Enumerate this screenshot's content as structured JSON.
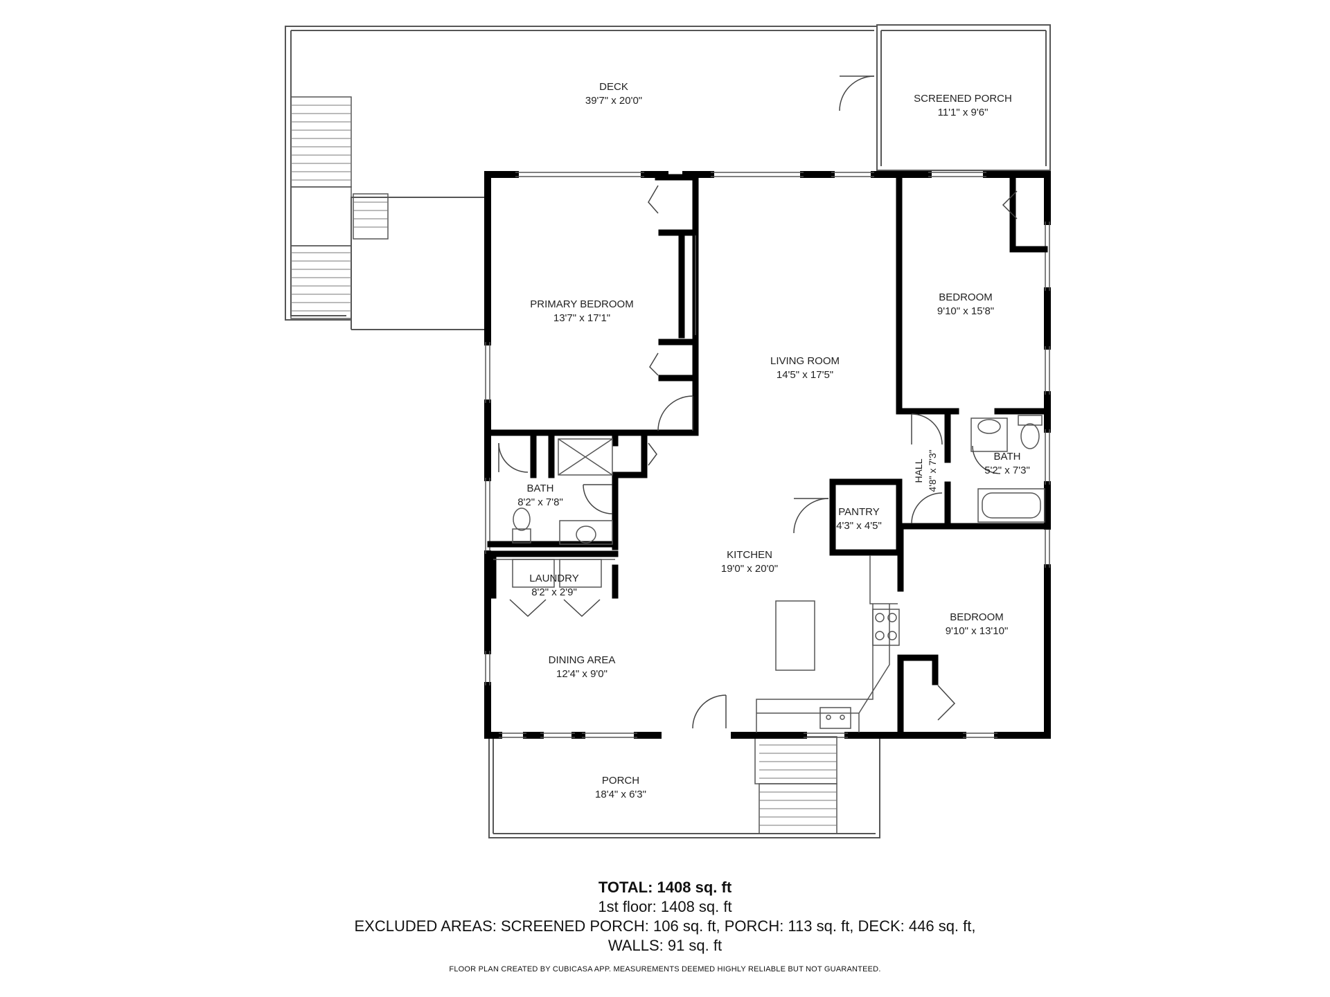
{
  "rooms": {
    "deck": {
      "name": "DECK",
      "size": "39'7\" x 20'0\""
    },
    "screened_porch": {
      "name": "SCREENED PORCH",
      "size": "11'1\" x 9'6\""
    },
    "primary_bedroom": {
      "name": "PRIMARY BEDROOM",
      "size": "13'7\" x 17'1\""
    },
    "living_room": {
      "name": "LIVING ROOM",
      "size": "14'5\" x 17'5\""
    },
    "bedroom_ne": {
      "name": "BEDROOM",
      "size": "9'10\" x 15'8\""
    },
    "hall": {
      "name": "HALL",
      "size": "4'8\" x 7'3\""
    },
    "bath_east": {
      "name": "BATH",
      "size": "5'2\" x 7'3\""
    },
    "bath_west": {
      "name": "BATH",
      "size": "8'2\" x 7'8\""
    },
    "pantry": {
      "name": "PANTRY",
      "size": "4'3\" x 4'5\""
    },
    "kitchen": {
      "name": "KITCHEN",
      "size": "19'0\" x 20'0\""
    },
    "laundry": {
      "name": "LAUNDRY",
      "size": "8'2\" x 2'9\""
    },
    "bedroom_se": {
      "name": "BEDROOM",
      "size": "9'10\" x 13'10\""
    },
    "dining_area": {
      "name": "DINING AREA",
      "size": "12'4\" x 9'0\""
    },
    "porch": {
      "name": "PORCH",
      "size": "18'4\" x 6'3\""
    }
  },
  "summary": {
    "total": "TOTAL: 1408 sq. ft",
    "floor": "1st floor: 1408 sq. ft",
    "excluded": "EXCLUDED AREAS: SCREENED PORCH: 106 sq. ft, PORCH: 113 sq. ft, DECK: 446 sq. ft,",
    "walls": "WALLS: 91 sq. ft",
    "disclaimer": "FLOOR PLAN CREATED BY CUBICASA APP. MEASUREMENTS DEEMED HIGHLY RELIABLE BUT NOT GUARANTEED."
  },
  "colors": {
    "wall": "#000000",
    "thin_line": "#555555",
    "background": "#ffffff"
  }
}
